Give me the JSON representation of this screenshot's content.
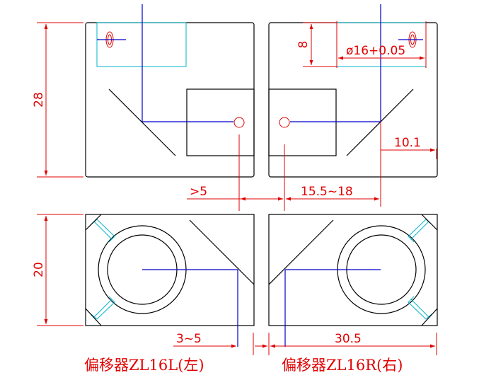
{
  "dimensions": {
    "height_28": "28",
    "height_20": "20",
    "depth_8": "8",
    "bore": "ø16+0.05",
    "gt5": ">5",
    "range_15_5_18": "15.5~18",
    "w_10_1": "10.1",
    "range_3_5": "3~5",
    "w_30_5": "30.5"
  },
  "captions": {
    "left": "偏移器ZL16L(左)",
    "right": "偏移器ZL16R(右)"
  },
  "colors": {
    "outline": "#000000",
    "dimension": "#e00000",
    "centerline": "#0000cc",
    "hidden": "#00b4c8"
  }
}
